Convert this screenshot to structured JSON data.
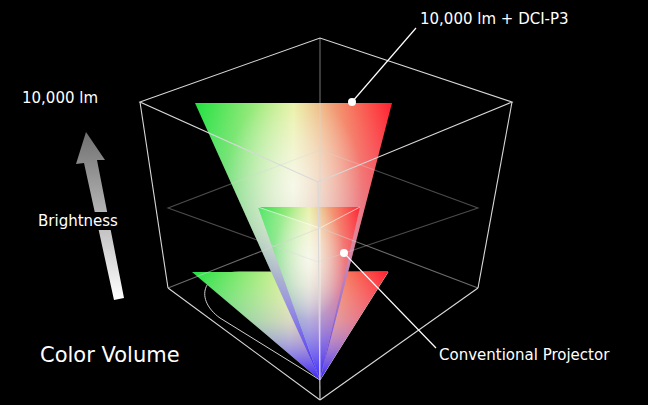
{
  "diagram": {
    "title": "Color Volume",
    "labels": [
      "10,000 lm + DCI-P3",
      "10,000 lm",
      "Brightness",
      "Conventional Projector"
    ]
  }
}
